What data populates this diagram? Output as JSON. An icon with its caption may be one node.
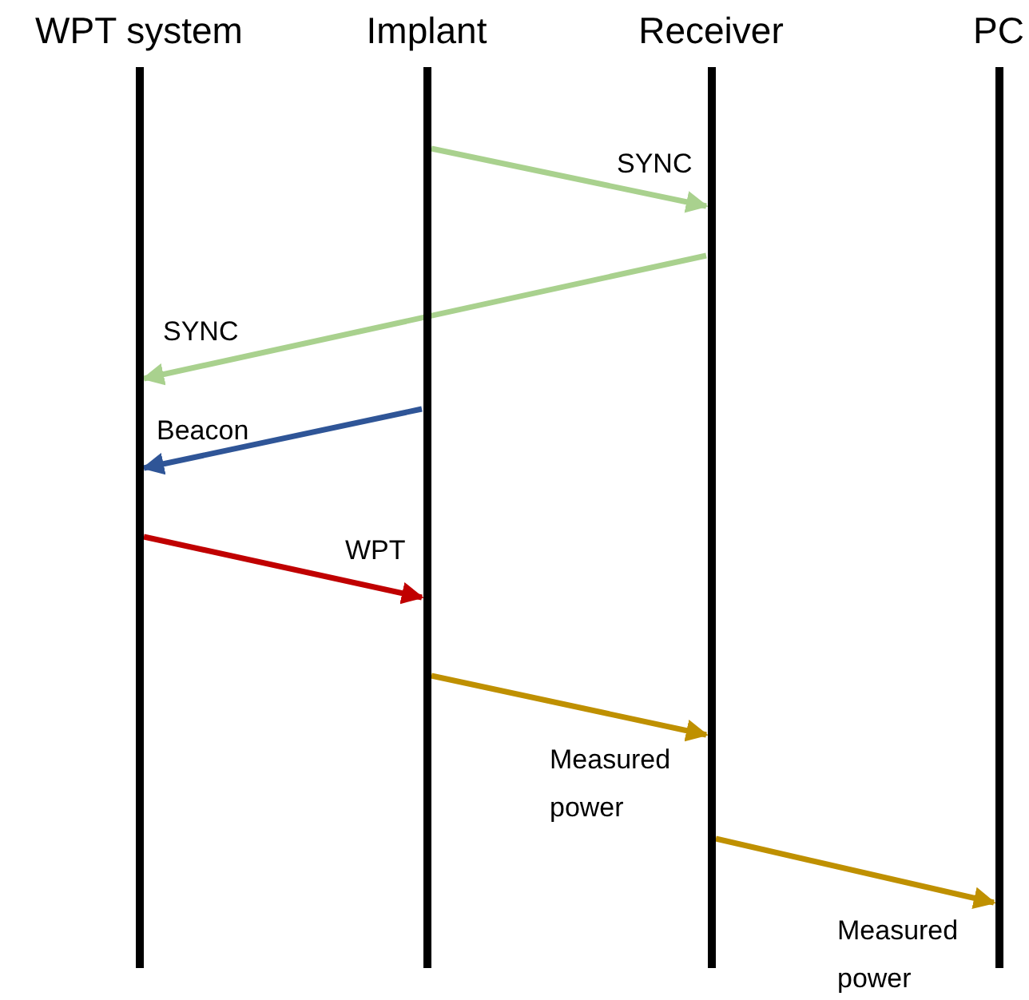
{
  "diagram": {
    "nodes": [
      {
        "text": [
          "WPT system"
        ]
      },
      {
        "text": [
          "Implant"
        ]
      },
      {
        "text": [
          "Receiver"
        ]
      },
      {
        "text": [
          "PC"
        ]
      }
    ],
    "edges": [
      {
        "from": 1,
        "to": 2,
        "arrow": "to",
        "label": "SYNC",
        "color": "#a9d18e"
      },
      {
        "from": 2,
        "to": 0,
        "arrow": "to",
        "label": "SYNC",
        "color": "#a9d18e"
      },
      {
        "from": 1,
        "to": 0,
        "arrow": "to",
        "label": "Beacon",
        "color": "#2f5597"
      },
      {
        "from": 0,
        "to": 1,
        "arrow": "to",
        "label": "WPT",
        "color": "#c00000"
      },
      {
        "from": 1,
        "to": 2,
        "arrow": "to",
        "label": "Measured power",
        "color": "#bf9000"
      },
      {
        "from": 2,
        "to": 3,
        "arrow": "to",
        "label": "Measured power",
        "color": "#bf9000"
      }
    ]
  }
}
